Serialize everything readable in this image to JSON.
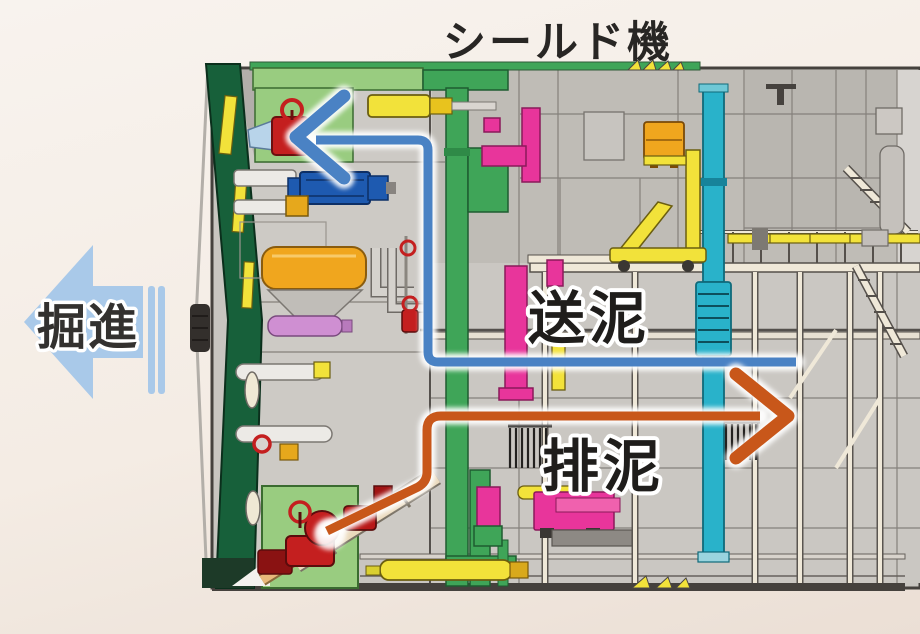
{
  "title": "シールド機",
  "labels": {
    "advance": "掘進",
    "slurry_feed": "送泥",
    "slurry_discharge": "排泥"
  },
  "colors": {
    "bg_top": "#f8f3ee",
    "bg_bottom": "#ebdfd5",
    "ink": "#282624",
    "label_ink": "#1f1d1b",
    "advance_arrow": "#a9c9e9",
    "feed_line": "#4a82c4",
    "discharge_line": "#c8571a",
    "green_dark": "#17603a",
    "green_mid": "#3fa558",
    "green_light": "#99cc80",
    "body_gray": "#c8c5c0",
    "panel_line": "#85817b",
    "edge_dark": "#45413d",
    "cream": "#efe8d8",
    "yellow": "#f2e23a",
    "amber": "#f0a61e",
    "motor_blue": "#1e5ab0",
    "magenta": "#e8359b",
    "purple": "#cf8fd2",
    "cyan": "#29b2ca",
    "red": "#c41f1f"
  }
}
